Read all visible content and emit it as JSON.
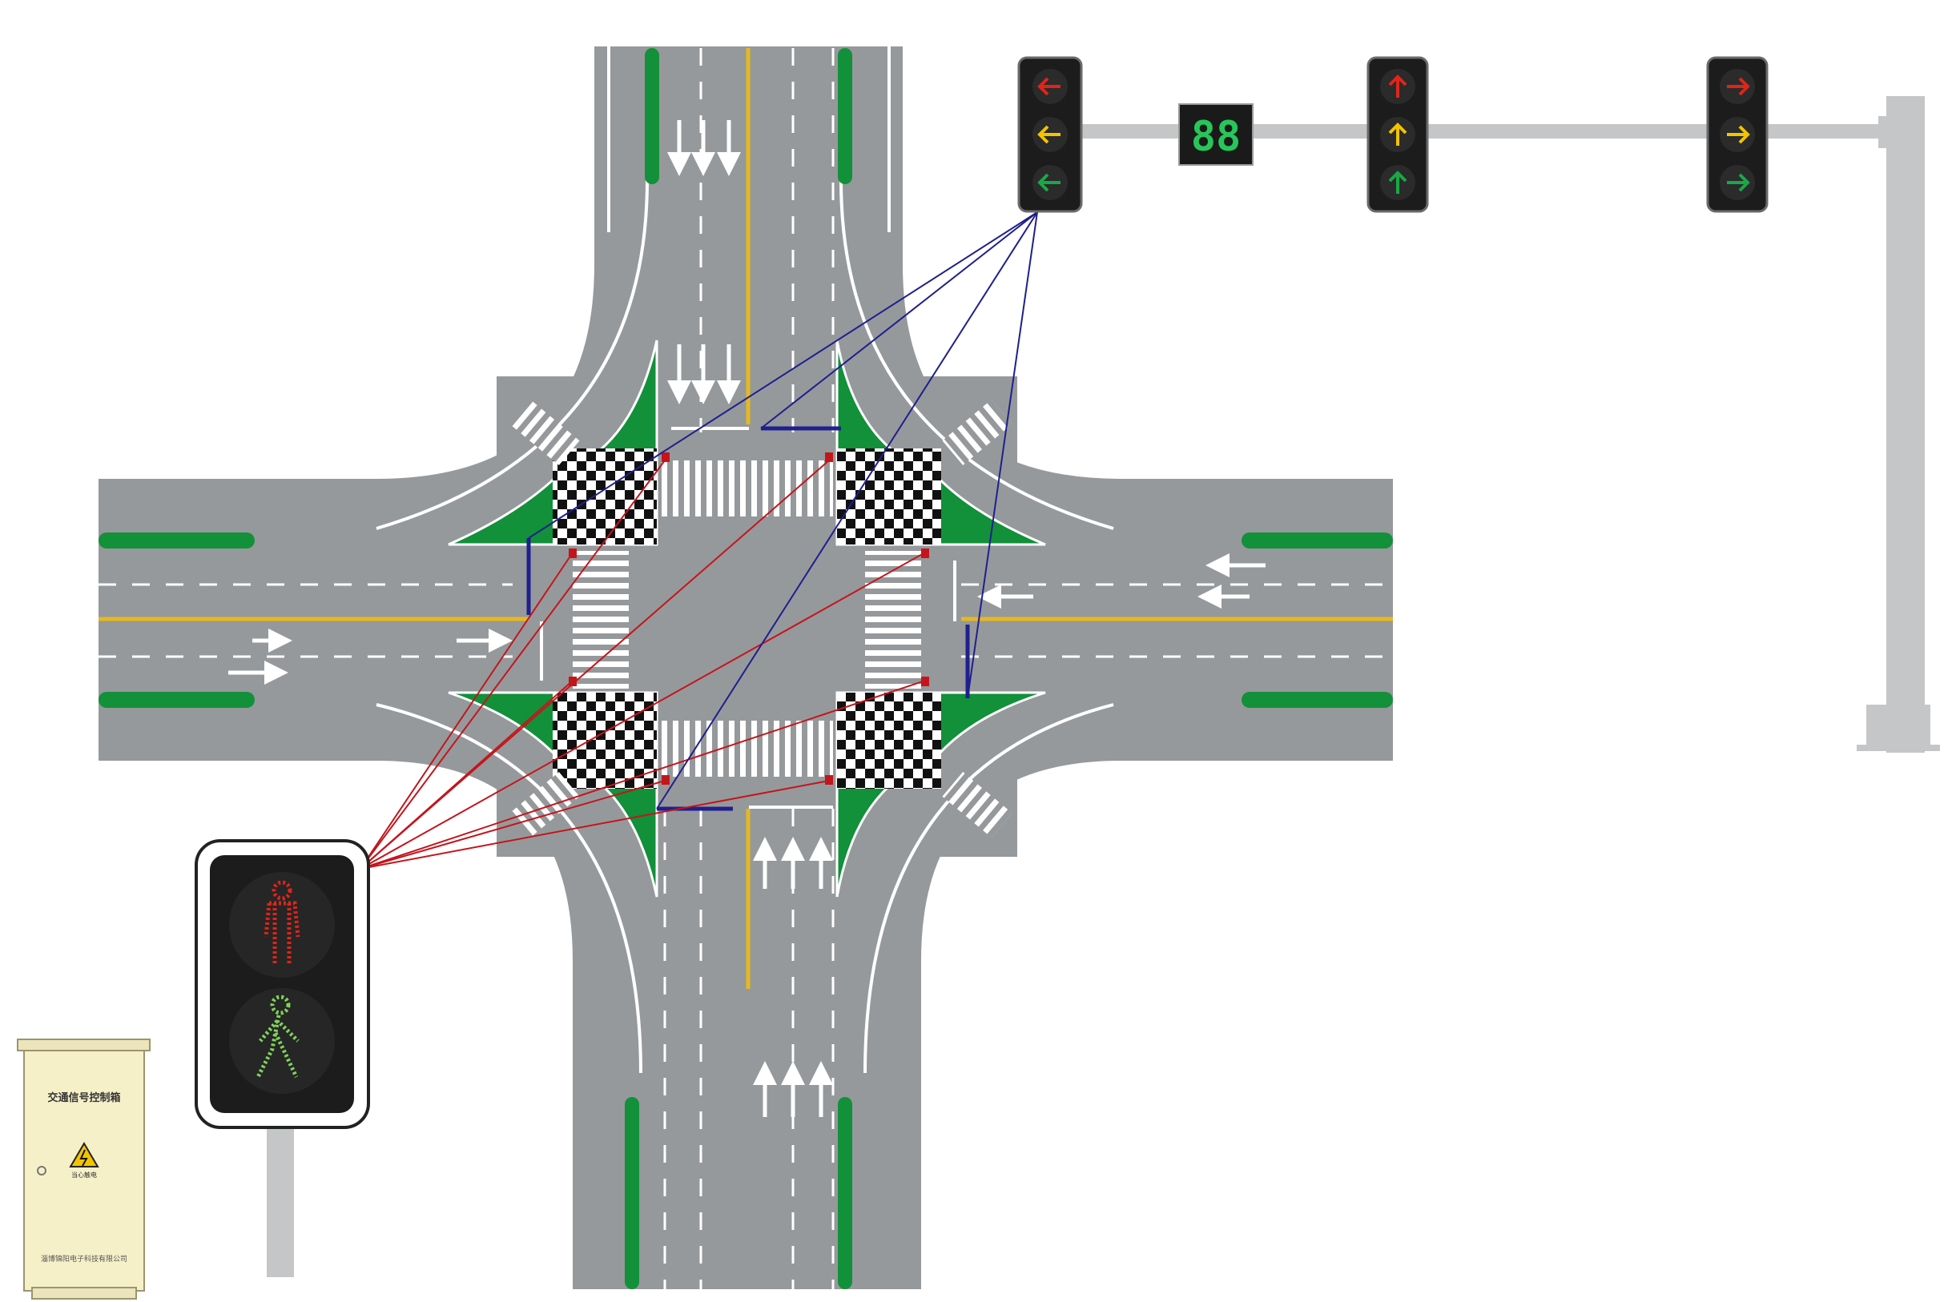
{
  "colors": {
    "road": "#96999b",
    "island": "#12903a",
    "marking": "#ffffff",
    "center_line": "#e6b81e",
    "signal_red": "#e02418",
    "signal_yellow": "#f2c400",
    "signal_green": "#1aa846",
    "signal_body": "#1c1c1c",
    "countdown_digit": "#27c65a",
    "pole": "#c4c6c8",
    "wire_red": "#c4151c",
    "wire_blue": "#1f1f8e",
    "cabinet": "#f6f0c8"
  },
  "vehicle_signals": [
    {
      "direction": "left",
      "icon": "left-arrow-signal-head"
    },
    {
      "direction": "straight",
      "icon": "straight-arrow-signal-head"
    },
    {
      "direction": "right",
      "icon": "right-arrow-signal-head"
    }
  ],
  "countdown_display": {
    "text": "88"
  },
  "pedestrian_signal": {
    "top": "red-standing-figure",
    "bottom": "green-walking-figure"
  },
  "control_cabinet": {
    "title": "交通信号控制箱",
    "warning_label": "当心触电",
    "company": "淄博锦阳电子科技有限公司"
  }
}
